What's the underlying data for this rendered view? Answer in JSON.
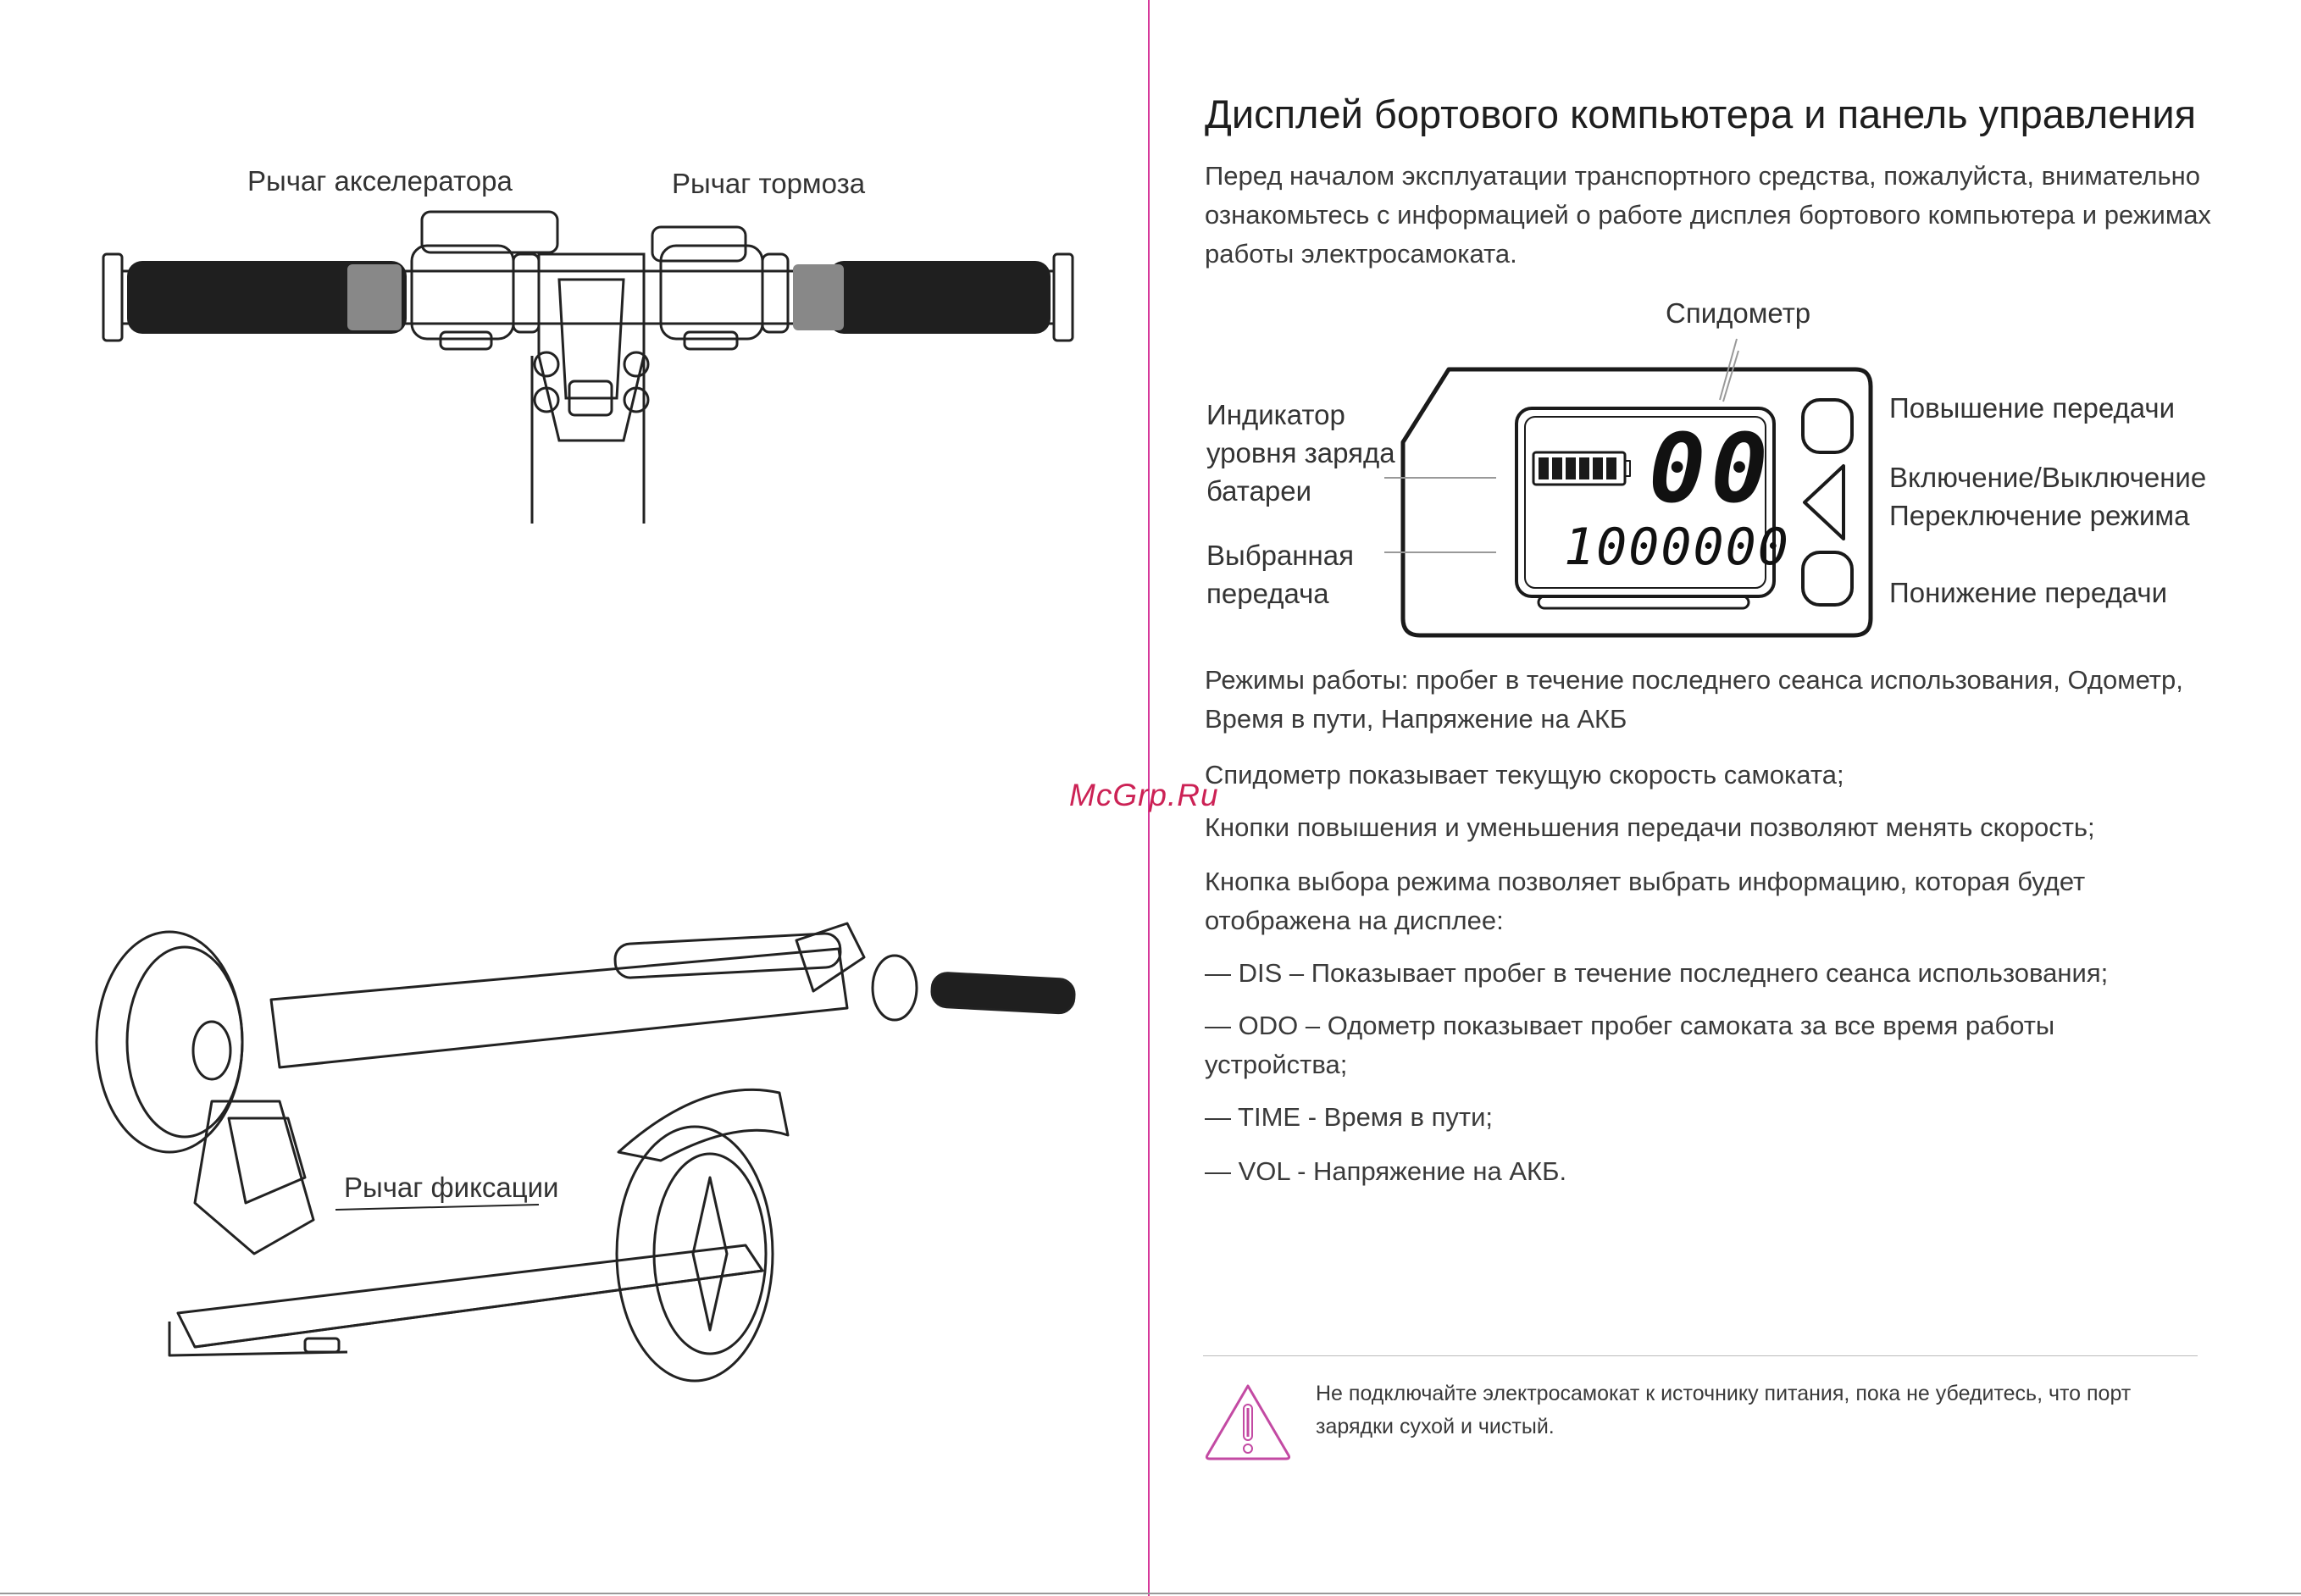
{
  "left": {
    "handlebar": {
      "accelerator_label": "Рычаг акселератора",
      "brake_label": "Рычаг тормоза"
    },
    "folded": {
      "lock_label": "Рычаг фиксации"
    }
  },
  "right": {
    "title": "Дисплей бортового компьютера и панель управления",
    "intro": "Перед началом эксплуатации транспортного средства, пожалуйста, внимательно ознакомьтесь с информацией о работе дисплея бортового компьютера и режимах работы электросамоката.",
    "diagram": {
      "speedometer_label": "Спидометр",
      "battery_label": [
        "Индикатор",
        "уровня заряда",
        "батареи"
      ],
      "gear_label": [
        "Выбранная",
        "передача"
      ],
      "gear_up_label": "Повышение передачи",
      "power_label": [
        "Включение/Выключение",
        "Переключение режима"
      ],
      "gear_down_label": "Понижение передачи",
      "lcd_speed": "00",
      "lcd_odometer": "1000000"
    },
    "modes": "Режимы работы: пробег в течение последнего сеанса использования, Одометр, Время в пути, Напряжение на АКБ",
    "speedometer_desc": "Спидометр показывает текущую скорость самоката;",
    "gear_desc": "Кнопки повышения и уменьшения передачи позволяют менять скорость;",
    "mode_desc": "Кнопка выбора режима позволяет выбрать информацию, которая будет отображена на дисплее:",
    "list": [
      "— DIS – Показывает пробег в течение последнего сеанса использования;",
      "— ODO – Одометр показывает пробег самоката за все время работы устройства;",
      "— TIME - Время в пути;",
      "— VOL - Напряжение на АКБ."
    ],
    "warning": "Не подключайте электросамокат к источнику питания, пока не убедитесь, что порт зарядки сухой и чистый."
  },
  "watermark": "McGrp.Ru",
  "colors": {
    "accent": "#d6389a",
    "watermark": "#cc2255"
  },
  "icons": {
    "warning": "warning-triangle-icon"
  }
}
